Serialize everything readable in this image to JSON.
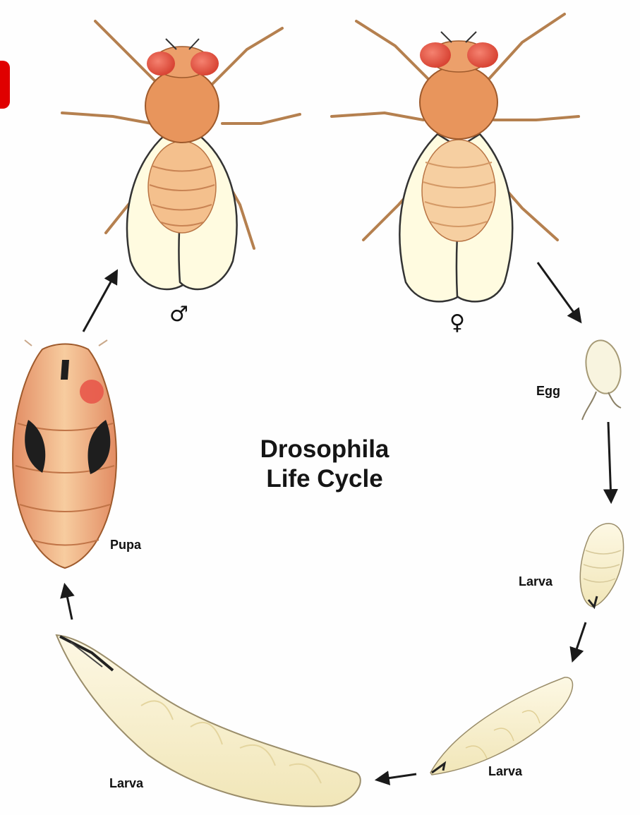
{
  "diagram": {
    "title_line1": "Drosophila",
    "title_line2": "Life Cycle",
    "stages": {
      "male_symbol": "♂",
      "female_symbol": "♀",
      "egg": "Egg",
      "larva1": "Larva",
      "larva2": "Larva",
      "larva3": "Larva",
      "pupa": "Pupa"
    }
  },
  "colors": {
    "accent_mark": "#e00000",
    "fly_body": "#f0b27e",
    "fly_eye": "#e8584a",
    "wing": "#fffbe0",
    "pupa": "#eaa57c",
    "larva": "#fbf4d6",
    "arrow": "#1a1a1a"
  }
}
